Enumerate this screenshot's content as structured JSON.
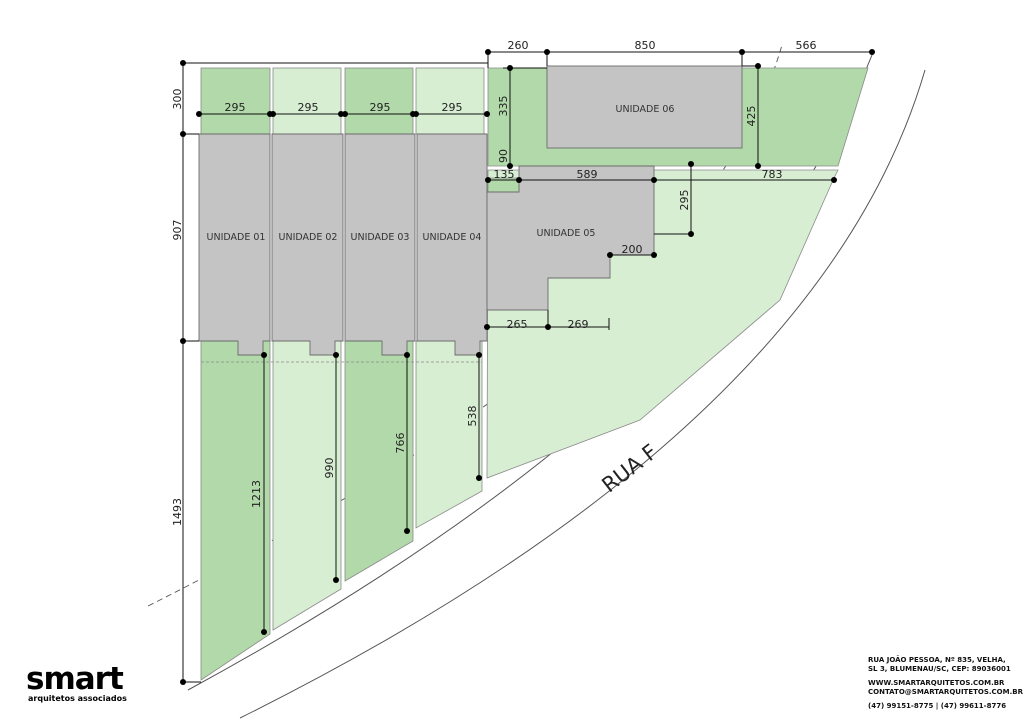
{
  "plan": {
    "street_label": "RUA F",
    "units": [
      {
        "label": "UNIDADE 01"
      },
      {
        "label": "UNIDADE 02"
      },
      {
        "label": "UNIDADE 03"
      },
      {
        "label": "UNIDADE 04"
      },
      {
        "label": "UNIDADE 05"
      },
      {
        "label": "UNIDADE 06"
      }
    ],
    "dimensions": {
      "top_260": "260",
      "top_850": "850",
      "top_566": "566",
      "left_300": "300",
      "left_907": "907",
      "left_1493": "1493",
      "w1_295": "295",
      "w2_295": "295",
      "w3_295": "295",
      "w4_295": "295",
      "v_335": "335",
      "v_90": "90",
      "v_425": "425",
      "h_135": "135",
      "h_589": "589",
      "h_783": "783",
      "v_295": "295",
      "h_200": "200",
      "h_265": "265",
      "h_269": "269",
      "lot1_1213": "1213",
      "lot2_990": "990",
      "lot3_766": "766",
      "lot4_538": "538"
    },
    "colors": {
      "green_dark": "#b1d9a9",
      "green_light": "#d8eed3",
      "building": "#c4c4c5"
    }
  },
  "logo": {
    "wordmark": "smart",
    "subtitle": "arquitetos associados"
  },
  "contact": {
    "address_line1": "RUA JOÃO PESSOA, Nº 835, VELHA,",
    "address_line2": "SL 3, BLUMENAU/SC, CEP: 89036001",
    "website": "WWW.SMARTARQUITETOS.COM.BR",
    "email": "CONTATO@SMARTARQUITETOS.COM.BR",
    "phones": "(47) 99151-8775 | (47) 99611-8776"
  }
}
